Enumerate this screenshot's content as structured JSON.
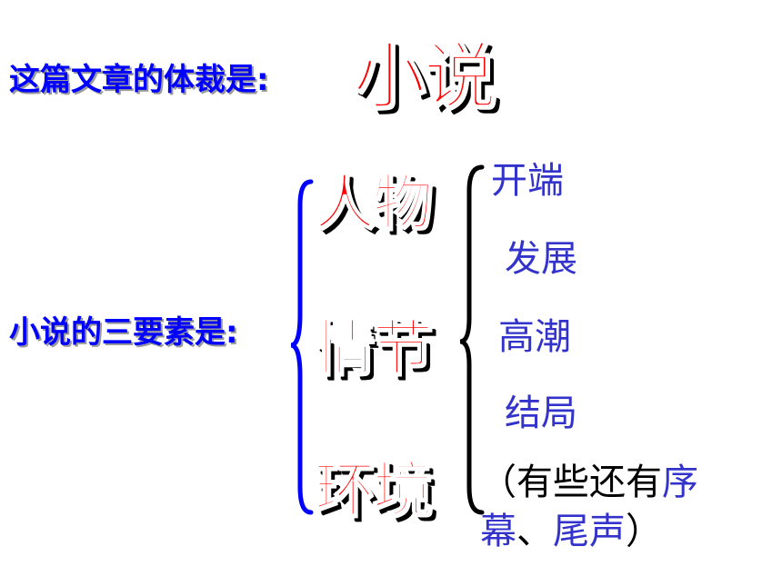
{
  "line1": {
    "label": "这篇文章的体裁是:",
    "genre": "小说"
  },
  "line2": {
    "label": "小说的三要素是:"
  },
  "elements": [
    "人物",
    "情节",
    "环境"
  ],
  "plot_stages": [
    "开端",
    "发展",
    "高潮",
    "结局"
  ],
  "note": {
    "open": "（有些还有",
    "prologue": "序幕",
    "sep": "、",
    "epilogue": "尾声",
    "close": "）"
  },
  "colors": {
    "label_blue": "#0000ff",
    "title_red": "#ff0000",
    "stage_blue": "#3333cc",
    "brace_blue": "#0000ff",
    "brace_black": "#000000"
  }
}
